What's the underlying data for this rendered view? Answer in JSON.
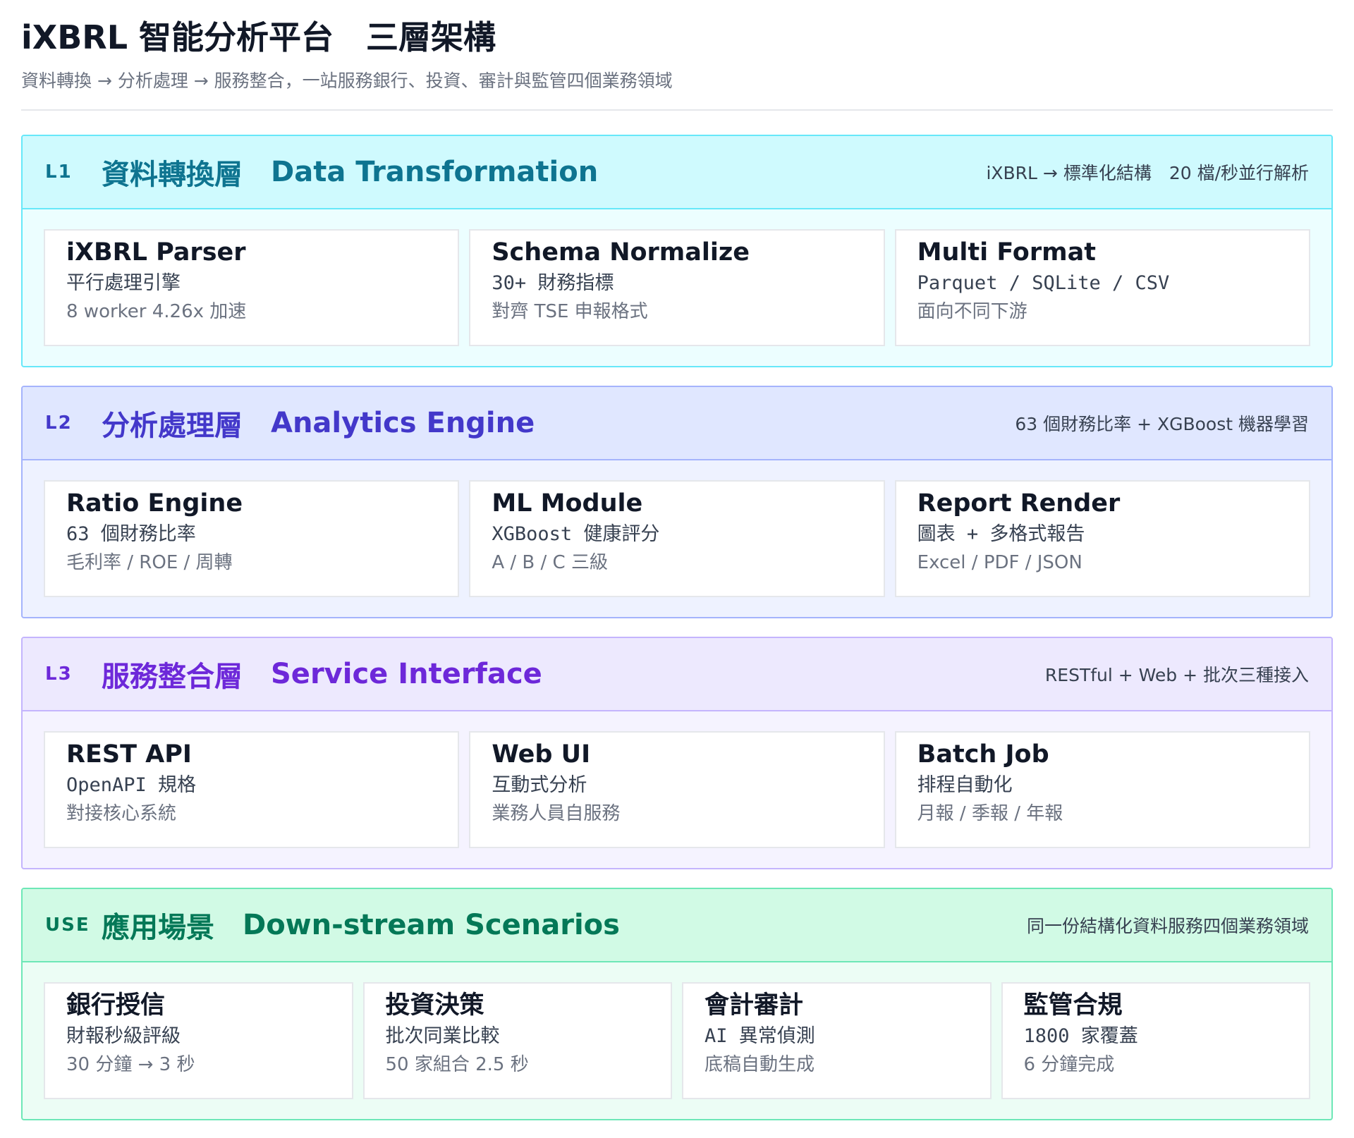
{
  "header": {
    "title": "iXBRL 智能分析平台　三層架構",
    "subtitle": "資料轉換 → 分析處理 → 服務整合，一站服務銀行、投資、審計與監管四個業務領域"
  },
  "layers": [
    {
      "code": "L1",
      "name_zh": "資料轉換層",
      "name_en": "Data Transformation",
      "note": "iXBRL → 標準化結構　20 檔/秒並行解析",
      "cards": [
        {
          "title": "iXBRL Parser",
          "line1": "平行處理引擎",
          "line2": "8 worker 4.26x 加速"
        },
        {
          "title": "Schema Normalize",
          "line1": "30+ 財務指標",
          "line2": "對齊 TSE 申報格式"
        },
        {
          "title": "Multi Format",
          "line1": "Parquet / SQLite / CSV",
          "line2": "面向不同下游"
        }
      ]
    },
    {
      "code": "L2",
      "name_zh": "分析處理層",
      "name_en": "Analytics Engine",
      "note": "63 個財務比率 + XGBoost 機器學習",
      "cards": [
        {
          "title": "Ratio Engine",
          "line1": "63 個財務比率",
          "line2": "毛利率 / ROE / 周轉"
        },
        {
          "title": "ML Module",
          "line1": "XGBoost 健康評分",
          "line2": "A / B / C 三級"
        },
        {
          "title": "Report Render",
          "line1": "圖表 + 多格式報告",
          "line2": "Excel / PDF / JSON"
        }
      ]
    },
    {
      "code": "L3",
      "name_zh": "服務整合層",
      "name_en": "Service Interface",
      "note": "RESTful + Web + 批次三種接入",
      "cards": [
        {
          "title": "REST API",
          "line1": "OpenAPI 規格",
          "line2": "對接核心系統"
        },
        {
          "title": "Web UI",
          "line1": "互動式分析",
          "line2": "業務人員自服務"
        },
        {
          "title": "Batch Job",
          "line1": "排程自動化",
          "line2": "月報 / 季報 / 年報"
        }
      ]
    },
    {
      "code": "USE",
      "name_zh": "應用場景",
      "name_en": "Down-stream Scenarios",
      "note": "同一份結構化資料服務四個業務領域",
      "cards": [
        {
          "title": "銀行授信",
          "line1": "財報秒級評級",
          "line2": "30 分鐘 → 3 秒"
        },
        {
          "title": "投資決策",
          "line1": "批次同業比較",
          "line2": "50 家組合 2.5 秒"
        },
        {
          "title": "會計審計",
          "line1": "AI 異常偵測",
          "line2": "底稿自動生成"
        },
        {
          "title": "監管合規",
          "line1": "1800 家覆蓋",
          "line2": "6 分鐘完成"
        }
      ]
    }
  ]
}
